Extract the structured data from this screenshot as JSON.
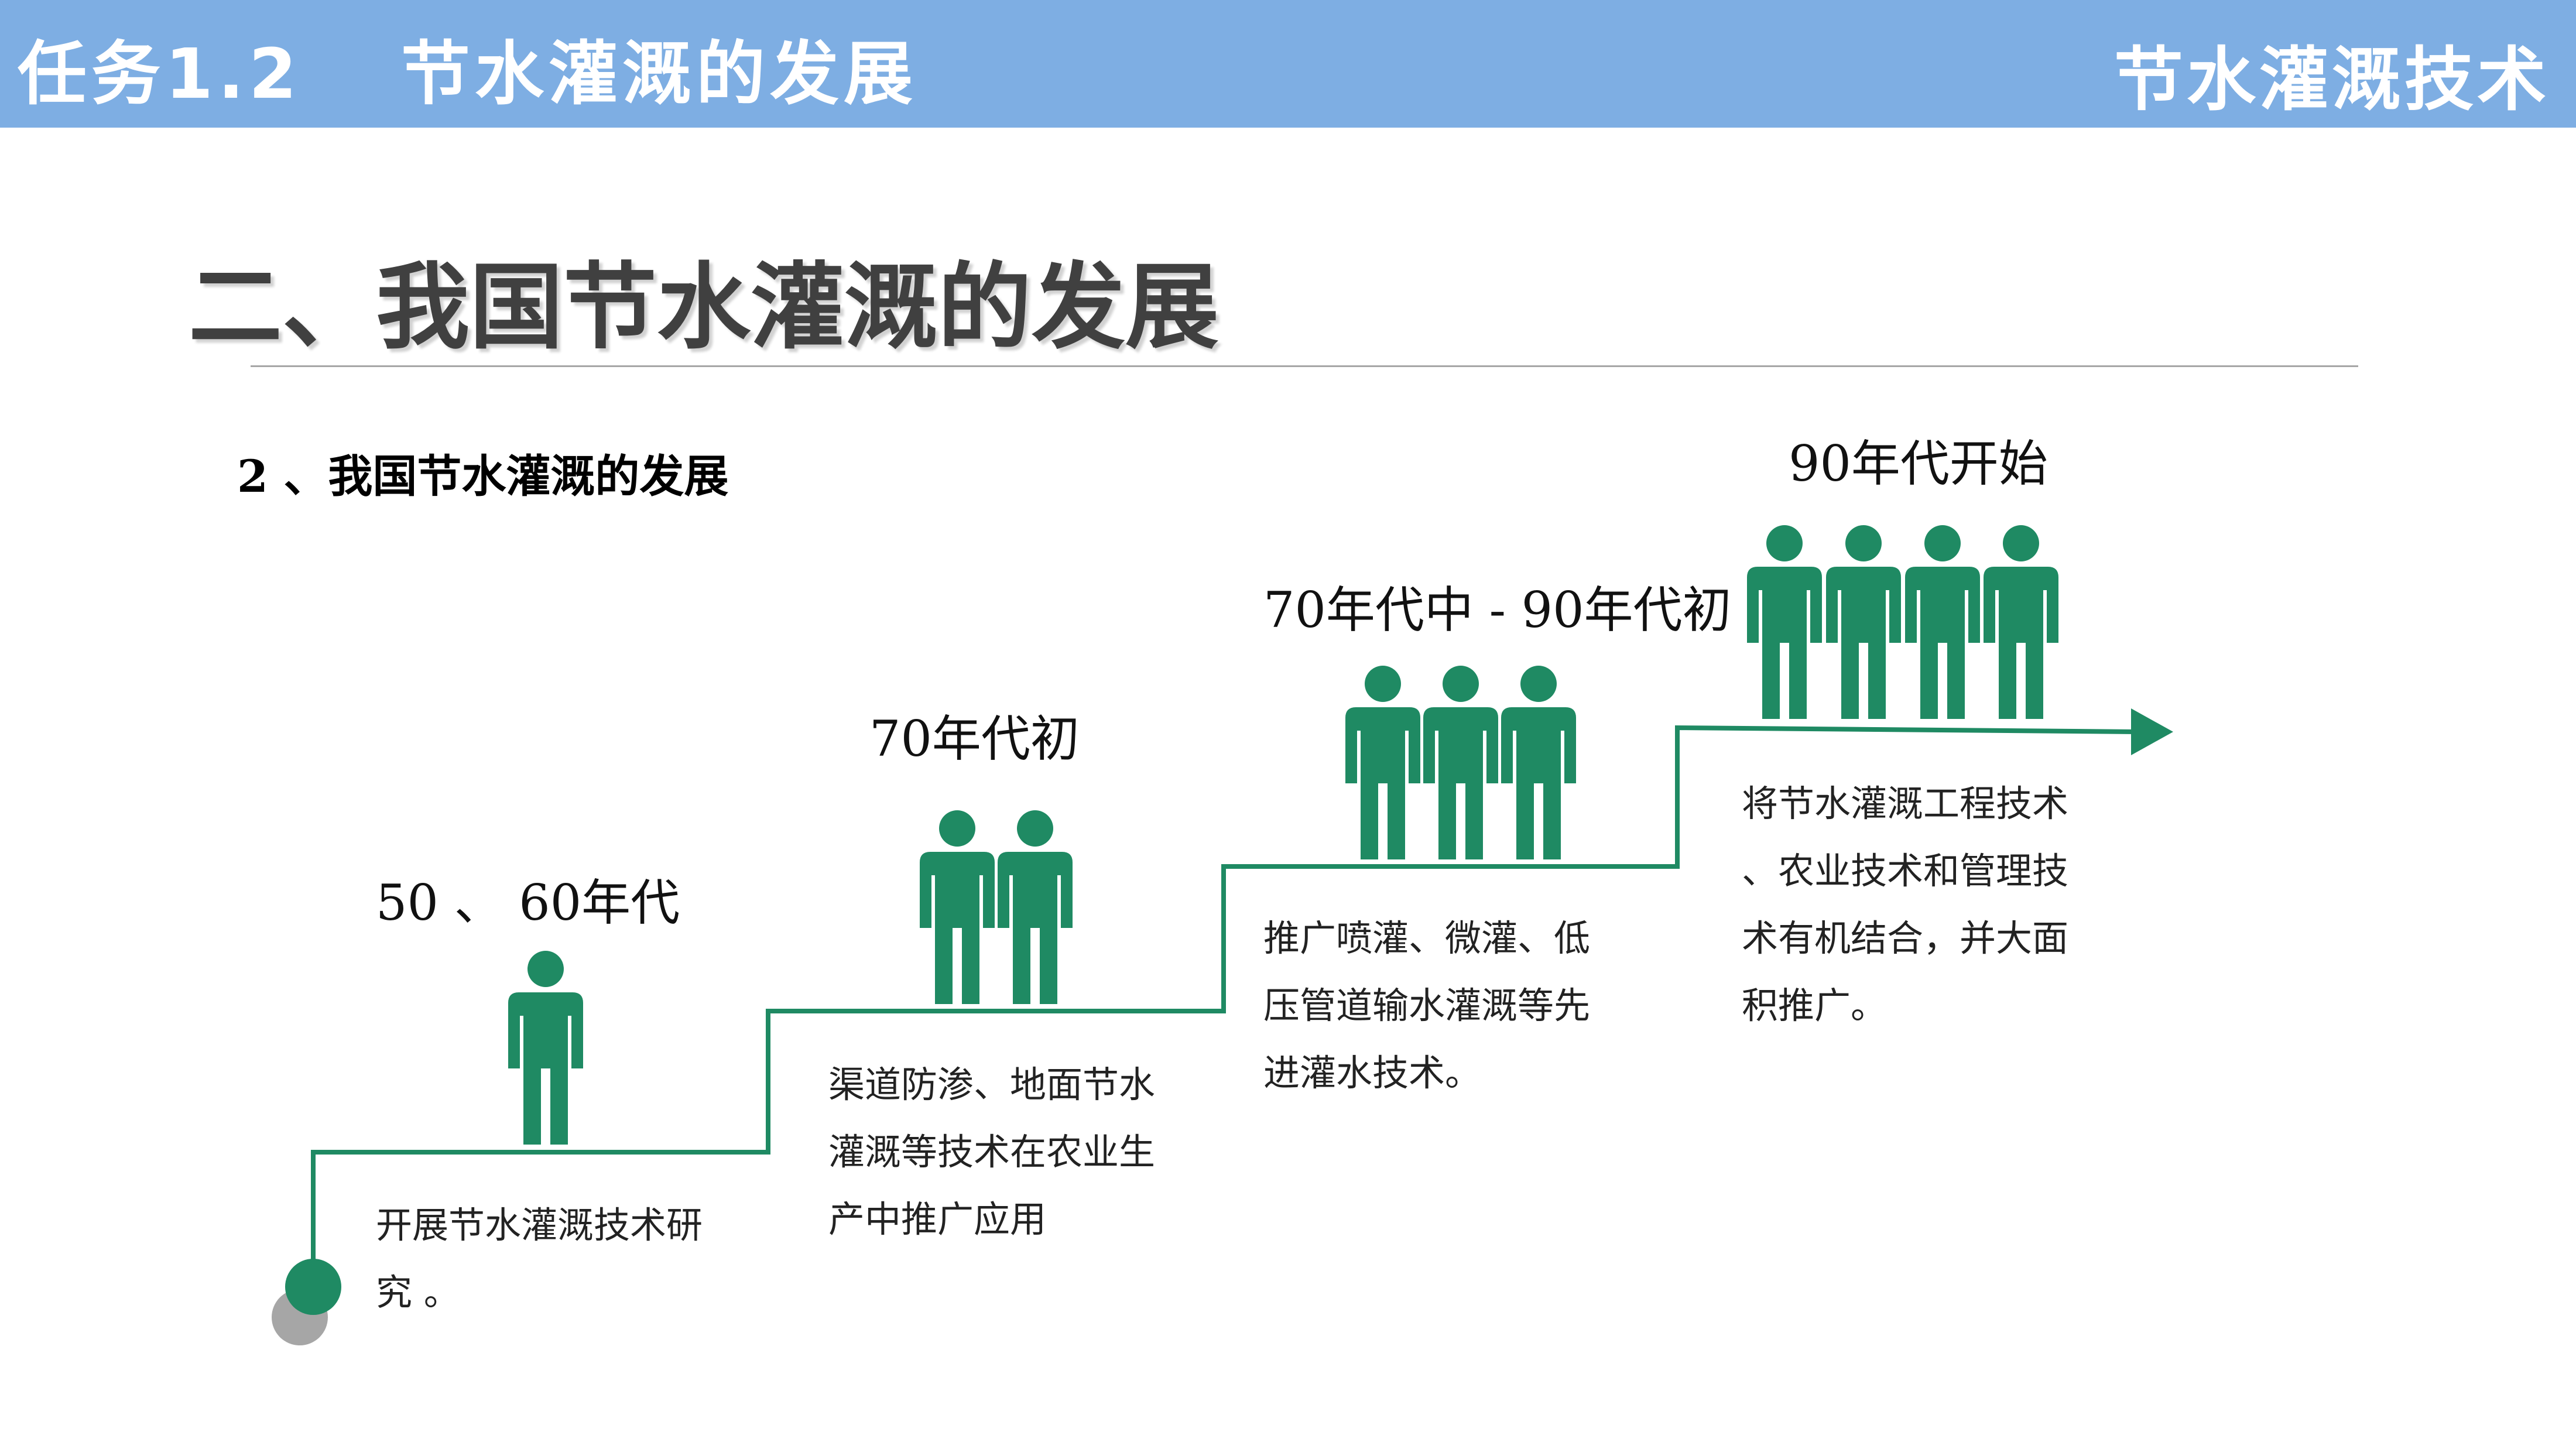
{
  "header": {
    "task_code": "任务1.2",
    "task_name": "节水灌溉的发展",
    "course_title": "节水灌溉技术"
  },
  "main_title": "二、我国节水灌溉的发展",
  "subheading": "2 、我国节水灌溉的发展",
  "colors": {
    "header_bg": "#7eaee3",
    "accent_green": "#1f8a63",
    "start_dot_gray": "#a6a6a6"
  },
  "stages": [
    {
      "period": "50 、 60年代",
      "people_count": 1,
      "description_lines": [
        "开展节水灌溉技术研",
        "究 。"
      ]
    },
    {
      "period": "70年代初",
      "people_count": 2,
      "description_lines": [
        "渠道防渗、地面节水",
        "灌溉等技术在农业生",
        "产中推广应用"
      ]
    },
    {
      "period": "70年代中 - 90年代初",
      "people_count": 3,
      "description_lines": [
        "推广喷灌、微灌、低",
        "压管道输水灌溉等先",
        "进灌水技术。"
      ]
    },
    {
      "period": "90年代开始",
      "people_count": 4,
      "description_lines": [
        "将节水灌溉工程技术",
        "、农业技术和管理技",
        "术有机结合，并大面",
        "积推广。"
      ]
    }
  ],
  "icons": {
    "person": "person-icon",
    "arrow": "arrow-right-icon",
    "start": "start-dot-icon"
  }
}
